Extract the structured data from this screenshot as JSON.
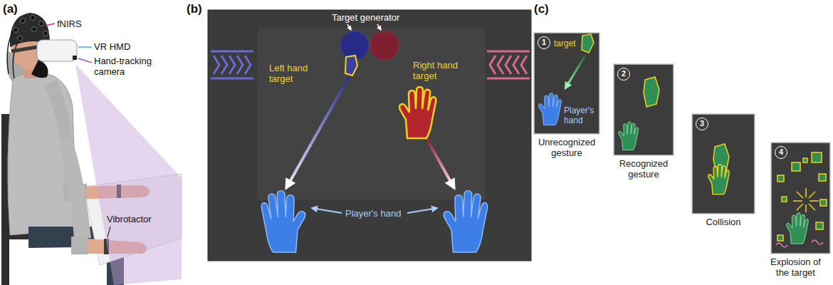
{
  "diagram": {
    "nodes": [
      {
        "text": [
          "Target generator",
          "Left hand target",
          "Right hand target",
          "Player's hand"
        ]
      },
      {
        "text": [
          "1",
          "target",
          "Player's hand",
          "Unrecognized gesture"
        ]
      },
      {
        "text": [
          "2",
          "Recognized gesture"
        ]
      },
      {
        "text": [
          "3",
          "Collision"
        ]
      },
      {
        "text": [
          "4",
          "Explosion of the target"
        ]
      }
    ],
    "labels": [
      "(a)",
      "fNIRS",
      "VR HMD",
      "Hand-tracking camera",
      "Vibrotactor",
      "(b)",
      "(c)"
    ]
  }
}
